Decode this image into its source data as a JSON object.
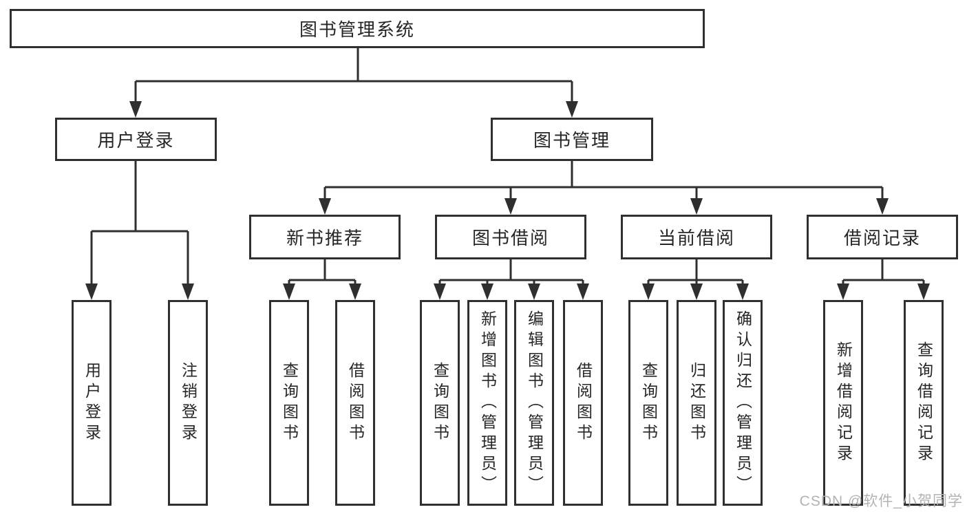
{
  "tree": {
    "label": "图书管理系统",
    "children": [
      {
        "label": "用户登录",
        "children": [
          {
            "label": "用户登录"
          },
          {
            "label": "注销登录"
          }
        ]
      },
      {
        "label": "图书管理",
        "children": [
          {
            "label": "新书推荐",
            "children": [
              {
                "label": "查询图书"
              },
              {
                "label": "借阅图书"
              }
            ]
          },
          {
            "label": "图书借阅",
            "children": [
              {
                "label": "查询图书"
              },
              {
                "label": "新增图书（管理员）"
              },
              {
                "label": "编辑图书（管理员）"
              },
              {
                "label": "借阅图书"
              }
            ]
          },
          {
            "label": "当前借阅",
            "children": [
              {
                "label": "查询图书"
              },
              {
                "label": "归还图书"
              },
              {
                "label": "确认归还（管理员）"
              }
            ]
          },
          {
            "label": "借阅记录",
            "children": [
              {
                "label": "新增借阅记录"
              },
              {
                "label": "查询借阅记录"
              }
            ]
          }
        ]
      }
    ]
  },
  "watermark": {
    "text": "CSDN @软件_小贺同学",
    "color": "#b3b3b3"
  },
  "colors": {
    "line": "#2f2f2f",
    "box_border": "#2f2f2f",
    "background": "#ffffff",
    "text": "#262626"
  }
}
